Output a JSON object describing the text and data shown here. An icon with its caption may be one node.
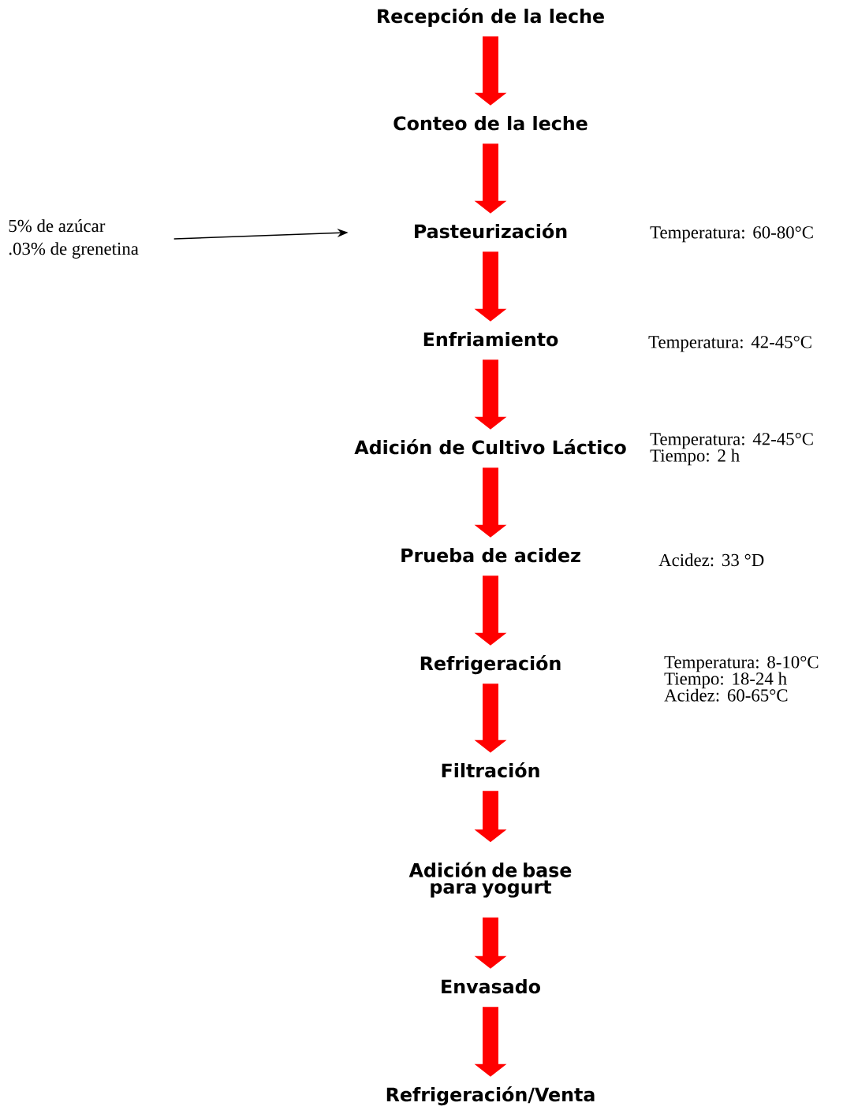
{
  "diagram": {
    "nodes": [
      {
        "text": [
          "Recepción de la leche"
        ]
      },
      {
        "text": [
          "Conteo de la leche"
        ]
      },
      {
        "text": [
          "5% de azúcar .03% de grenetina"
        ]
      },
      {
        "text": [
          "Pasteurización"
        ]
      },
      {
        "text": [
          "Enfriamiento"
        ]
      },
      {
        "text": [
          "Adición de Cultivo Láctico"
        ]
      },
      {
        "text": [
          "Prueba de acidez"
        ]
      },
      {
        "text": [
          "Refrigeración"
        ]
      },
      {
        "text": [
          "Filtración"
        ]
      },
      {
        "text": [
          "Adición de base para yogurt"
        ]
      },
      {
        "text": [
          "Envasado"
        ]
      },
      {
        "text": [
          "Refrigeración/Venta"
        ]
      }
    ],
    "edges": [
      {
        "from": 0,
        "to": 1,
        "arrow": "to"
      },
      {
        "from": 1,
        "to": 3,
        "arrow": "to"
      },
      {
        "from": 2,
        "to": 3,
        "arrow": "to",
        "color": "#000000"
      },
      {
        "from": 3,
        "to": 4,
        "arrow": "to"
      },
      {
        "from": 4,
        "to": 5,
        "arrow": "to"
      },
      {
        "from": 5,
        "to": 6,
        "arrow": "to"
      },
      {
        "from": 6,
        "to": 7,
        "arrow": "to"
      },
      {
        "from": 7,
        "to": 8,
        "arrow": "to"
      },
      {
        "from": 8,
        "to": 9,
        "arrow": "to"
      },
      {
        "from": 9,
        "to": 10,
        "arrow": "to"
      },
      {
        "from": 10,
        "to": 11,
        "arrow": "to"
      }
    ],
    "labels": [
      "Temperatura: 60-80°C",
      "Temperatura: 42-45°C",
      "Temperatura: 42-45°C Tiempo: 2 h",
      "Acidez: 33 °D",
      "Temperatura: 8-10°C Tiempo: 18-24 h Acidez: 60-65°C"
    ]
  }
}
